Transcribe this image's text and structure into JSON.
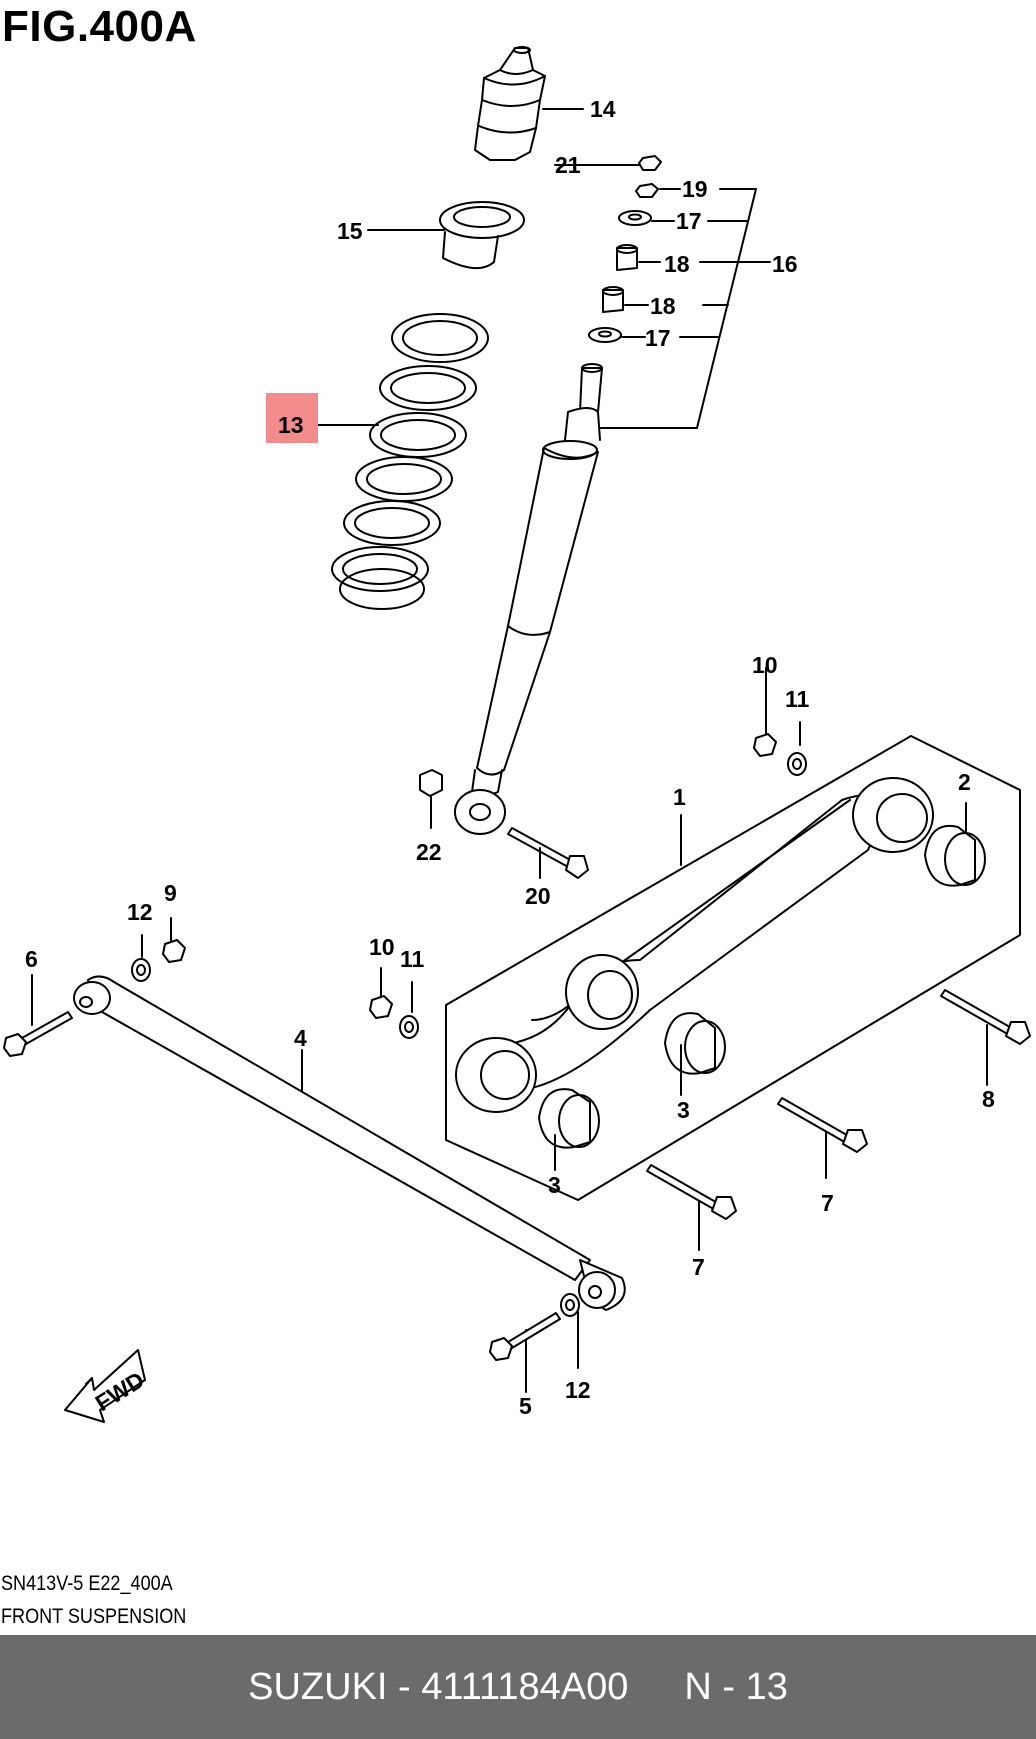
{
  "figure": {
    "title": "FIG.400A",
    "drawing_code": "SN413V-5 E22_400A",
    "section_name": "FRONT SUSPENSION",
    "direction_marker": "FWD"
  },
  "callouts": {
    "c1": "1",
    "c2": "2",
    "c3a": "3",
    "c3b": "3",
    "c4": "4",
    "c5": "5",
    "c6": "6",
    "c7a": "7",
    "c7b": "7",
    "c8": "8",
    "c9": "9",
    "c10a": "10",
    "c10b": "10",
    "c11a": "11",
    "c11b": "11",
    "c12a": "12",
    "c12b": "12",
    "c13": "13",
    "c14": "14",
    "c15": "15",
    "c16": "16",
    "c17a": "17",
    "c17b": "17",
    "c18a": "18",
    "c18b": "18",
    "c19": "19",
    "c20": "20",
    "c21": "21",
    "c22": "22"
  },
  "highlight": {
    "part": "13",
    "color": "#f28b8b"
  },
  "footer": {
    "brand_part": "SUZUKI - 4111184A00",
    "ref": "N - 13",
    "background": "#6b6b6b",
    "text_color": "#ffffff"
  }
}
